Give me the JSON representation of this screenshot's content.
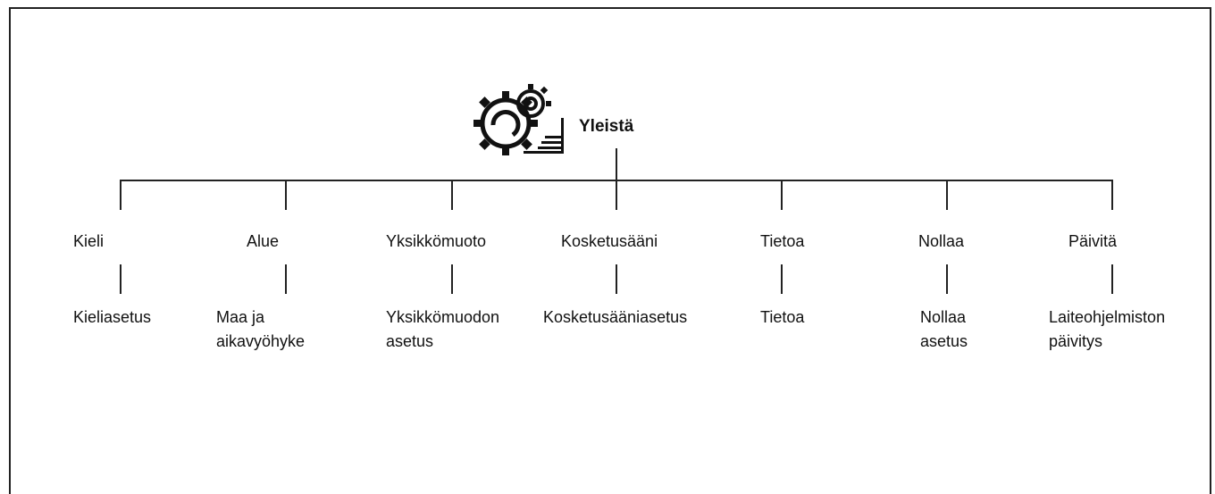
{
  "root": {
    "label": "Yleistä",
    "icon": "gear-settings-icon"
  },
  "branches": [
    {
      "title": "Kieli",
      "sub": [
        "Kieliasetus"
      ]
    },
    {
      "title": "Alue",
      "sub": [
        "Maa ja",
        "aikavyöhyke"
      ]
    },
    {
      "title": "Yksikkömuoto",
      "sub": [
        "Yksikkömuodon",
        "asetus"
      ]
    },
    {
      "title": "Kosketusääni",
      "sub": [
        "Kosketusääniasetus"
      ]
    },
    {
      "title": "Tietoa",
      "sub": [
        "Tietoa"
      ]
    },
    {
      "title": "Nollaa",
      "sub": [
        "Nollaa",
        "asetus"
      ]
    },
    {
      "title": "Päivitä",
      "sub": [
        "Laiteohjelmiston",
        "päivitys"
      ]
    }
  ]
}
